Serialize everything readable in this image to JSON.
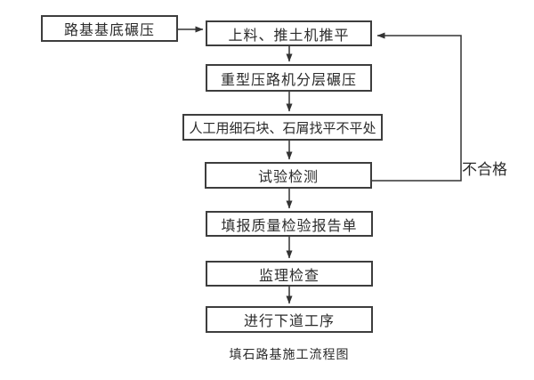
{
  "diagram": {
    "caption": "填石路基施工流程图",
    "nodes": [
      {
        "id": "roadbed-base-compaction",
        "label": "路基基底碾压"
      },
      {
        "id": "loading-bulldozer-leveling",
        "label": "上料、推土机推平"
      },
      {
        "id": "heavy-roller-layered-compaction",
        "label": "重型压路机分层碾压"
      },
      {
        "id": "manual-fine-stone-leveling",
        "label": "人工用细石块、石屑找平不平处"
      },
      {
        "id": "test-inspection",
        "label": "试验检测"
      },
      {
        "id": "quality-inspection-report",
        "label": "填报质量检验报告单"
      },
      {
        "id": "supervision-check",
        "label": "监理检查"
      },
      {
        "id": "next-procedure",
        "label": "进行下道工序"
      }
    ],
    "edges": [
      {
        "from": "roadbed-base-compaction",
        "to": "loading-bulldozer-leveling",
        "label": ""
      },
      {
        "from": "loading-bulldozer-leveling",
        "to": "heavy-roller-layered-compaction",
        "label": ""
      },
      {
        "from": "heavy-roller-layered-compaction",
        "to": "manual-fine-stone-leveling",
        "label": ""
      },
      {
        "from": "manual-fine-stone-leveling",
        "to": "test-inspection",
        "label": ""
      },
      {
        "from": "test-inspection",
        "to": "quality-inspection-report",
        "label": ""
      },
      {
        "from": "quality-inspection-report",
        "to": "supervision-check",
        "label": ""
      },
      {
        "from": "supervision-check",
        "to": "next-procedure",
        "label": ""
      },
      {
        "from": "test-inspection",
        "to": "loading-bulldozer-leveling",
        "label": "不合格"
      }
    ],
    "colors": {
      "line": "#333333",
      "box_border": "#3d3d3d",
      "text": "#2b2b2b",
      "background": "#ffffff"
    }
  }
}
